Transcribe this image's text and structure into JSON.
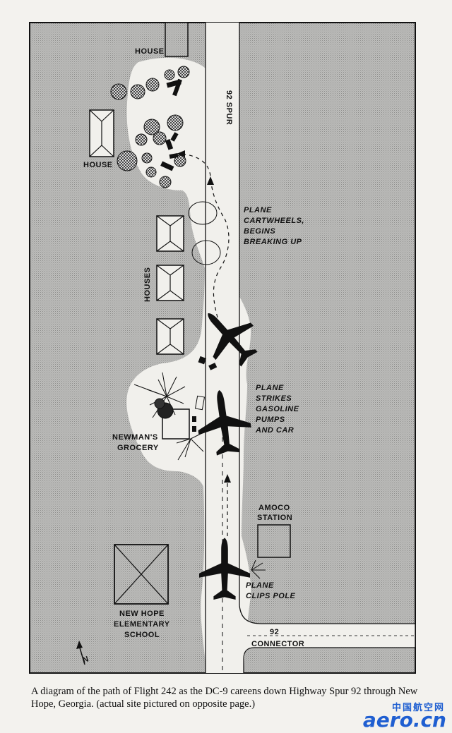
{
  "labels": {
    "house_top": "HOUSE",
    "house_left": "HOUSE",
    "road": "92 SPUR",
    "houses": "HOUSES",
    "grocery": [
      "NEWMAN'S",
      "GROCERY"
    ],
    "amoco": [
      "AMOCO",
      "STATION"
    ],
    "school": [
      "NEW HOPE",
      "ELEMENTARY",
      "SCHOOL"
    ],
    "connector": [
      "92",
      "CONNECTOR"
    ],
    "north": "N"
  },
  "events": {
    "cartwheels": [
      "PLANE",
      "CARTWHEELS,",
      "BEGINS",
      "BREAKING UP"
    ],
    "strikes": [
      "PLANE",
      "STRIKES",
      "GASOLINE",
      "PUMPS",
      "AND CAR"
    ],
    "clips": [
      "PLANE",
      "CLIPS POLE"
    ]
  },
  "caption": "A diagram of the path of Flight 242 as the DC-9 careens down Highway Spur 92 through New Hope, Georgia. (actual site pictured on opposite page.)",
  "watermark": {
    "cn": "中国航空网",
    "en": "aero.cn"
  },
  "colors": {
    "map_fill": "#b4b4b2",
    "clearing": "#f1f0ec",
    "ink": "#111111",
    "watermark": "#1f5fd1"
  }
}
